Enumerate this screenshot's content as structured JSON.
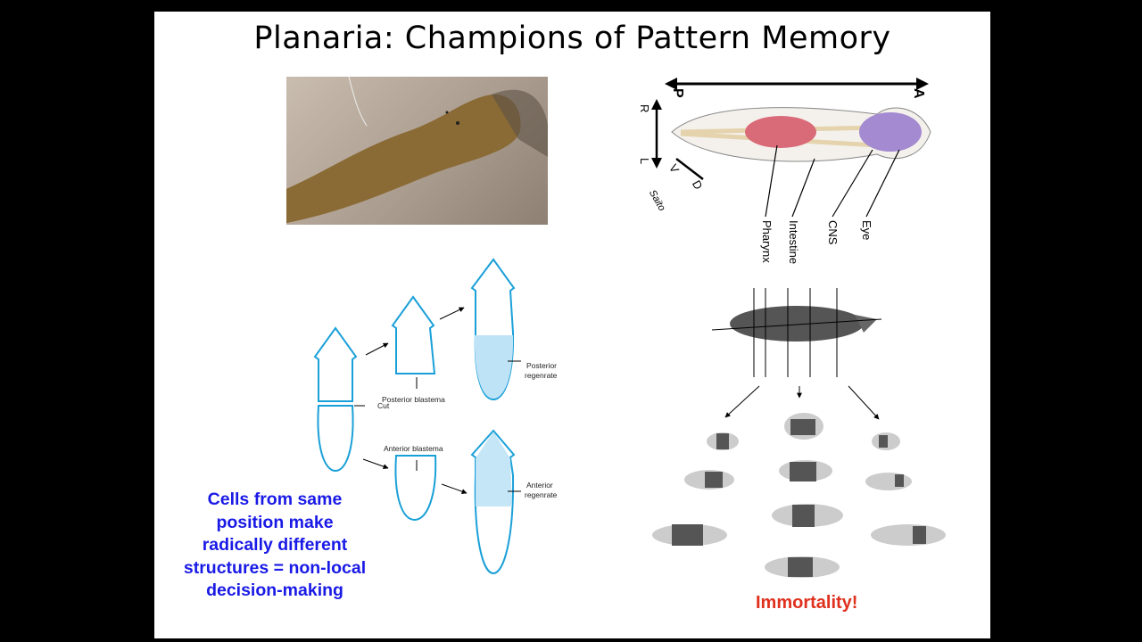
{
  "slide": {
    "title": "Planaria: Champions of Pattern Memory",
    "anatomy": {
      "axis_labels": {
        "posterior": "P",
        "anterior": "A",
        "right": "R",
        "left": "L",
        "ventral": "V",
        "dorsal": "D"
      },
      "structures": [
        "Pharynx",
        "Intestine",
        "CNS",
        "Eye"
      ],
      "signature": "Saito"
    },
    "regeneration": {
      "cut_label": "Cut",
      "posterior_blastema": "Posterior blastema",
      "anterior_blastema": "Anterior blastema",
      "posterior_regenrate": [
        "Posterior",
        "regenrate"
      ],
      "anterior_regenrate": [
        "Anterior",
        "regenrate"
      ],
      "color": "#1aa0d8",
      "fill": "#bfe3f6"
    },
    "caption_lines": [
      "Cells from same",
      "position make",
      "radically different",
      "structures = non-local",
      "decision-making"
    ],
    "caption_color": "#1a1ae6",
    "immortality_label": "Immortality!",
    "immortality_color": "#e0301e"
  }
}
